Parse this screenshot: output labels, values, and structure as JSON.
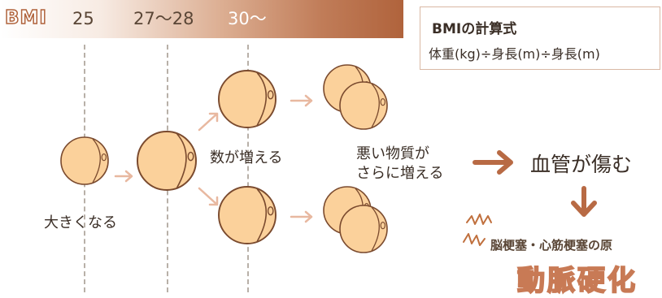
{
  "bmi_scale": {
    "label": "BMI",
    "ticks": [
      "25",
      "27〜28",
      "30〜"
    ]
  },
  "formula": {
    "title": "BMIの計算式",
    "expression": "体重(kg)÷身長(m)÷身長(m)"
  },
  "stages": {
    "grow": "大きくなる",
    "increase": "数が増える",
    "bad_increase_line1": "悪い物質が",
    "bad_increase_line2": "さらに増える",
    "vessel_damage": "血管が傷む",
    "diseases": "脳梗塞・心筋梗塞の原",
    "atherosclerosis": "動脈硬化"
  },
  "colors": {
    "cell_fill": "#fbd19b",
    "cell_stroke": "#7a4a2e",
    "arrow_light": "#e8b8a0",
    "arrow_dark": "#b86a44",
    "bmi_gradient_end": "#b0633c"
  }
}
